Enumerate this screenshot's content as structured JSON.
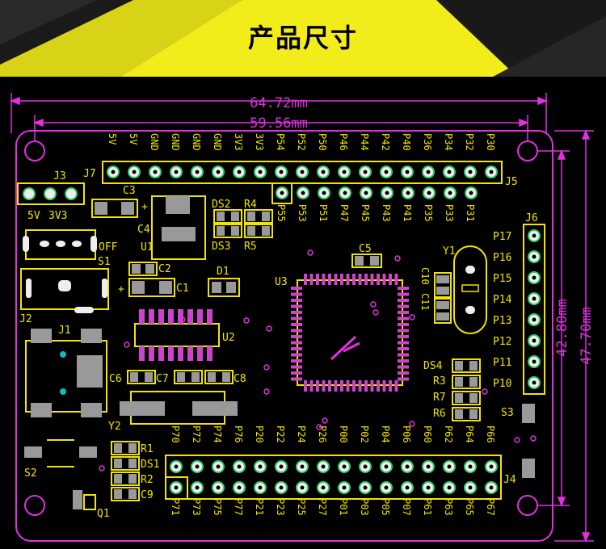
{
  "banner": {
    "title": "产品尺寸"
  },
  "dimensions": {
    "outer_width": "64.72mm",
    "hole_width": "59.56mm",
    "hole_height": "42.80mm",
    "outer_height": "47.70mm"
  },
  "connectors": {
    "j3": "J3",
    "j7": "J7",
    "j5": "J5",
    "j6": "J6",
    "j4": "J4",
    "j2": "J2",
    "j1": "J1"
  },
  "switches": {
    "s1": "S1",
    "s2": "S2",
    "s3": "S3",
    "off": "OFF"
  },
  "power": {
    "v5": "5V",
    "v33": "3V3"
  },
  "top_header_labels": [
    "5V",
    "5V",
    "GND",
    "GND",
    "GND",
    "GND",
    "3V3",
    "3V3",
    "P54",
    "P52",
    "P50",
    "P46",
    "P44",
    "P42",
    "P40",
    "P36",
    "P34",
    "P32",
    "P30"
  ],
  "top_header_labels_lower": [
    "P55",
    "P53",
    "P51",
    "P47",
    "P45",
    "P43",
    "P41",
    "P35",
    "P33",
    "P31"
  ],
  "right_header_labels": [
    "P17",
    "P16",
    "P15",
    "P14",
    "P13",
    "P12",
    "P11",
    "P10"
  ],
  "bottom_header_labels_top": [
    "P70",
    "P72",
    "P74",
    "P76",
    "P20",
    "P22",
    "P24",
    "P26",
    "P00",
    "P02",
    "P04",
    "P06",
    "P60",
    "P62",
    "P64",
    "P66"
  ],
  "bottom_header_labels_bottom": [
    "P71",
    "P73",
    "P75",
    "P77",
    "P21",
    "P23",
    "P25",
    "P27",
    "P01",
    "P03",
    "P05",
    "P07",
    "P61",
    "P63",
    "P65",
    "P67"
  ],
  "components": {
    "c1": "C1",
    "c2": "C2",
    "c3": "C3",
    "c4": "C4",
    "c5": "C5",
    "c6": "C6",
    "c7": "C7",
    "c8": "C8",
    "c9": "C9",
    "c10": "C10",
    "c11": "C11",
    "u1": "U1",
    "u2": "U2",
    "u3": "U3",
    "d1": "D1",
    "y1": "Y1",
    "y2": "Y2",
    "q1": "Q1",
    "ds1": "DS1",
    "ds2": "DS2",
    "ds3": "DS3",
    "ds4": "DS4",
    "r1": "R1",
    "r2": "R2",
    "r3": "R3",
    "r4": "R4",
    "r5": "R5",
    "r6": "R6",
    "r7": "R7"
  },
  "polarity": {
    "plus_c4": "+",
    "plus_c1": "+"
  }
}
